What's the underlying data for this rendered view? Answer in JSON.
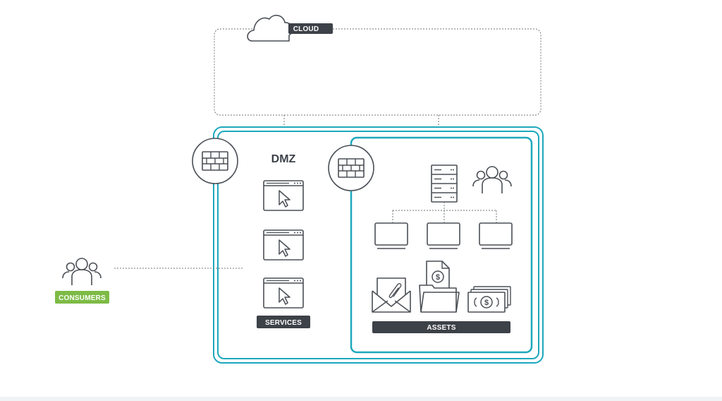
{
  "colors": {
    "teal": "#1da8bd",
    "dark": "#3d4148",
    "green": "#7dbb46",
    "gray_line": "#6f747a"
  },
  "labels": {
    "cloud": "CLOUD",
    "dmz": "DMZ",
    "services": "SERVICES",
    "assets": "ASSETS",
    "consumers": "CONSUMERS"
  },
  "icons": [
    "cloud-icon",
    "firewall-icon",
    "browser-cursor-icon",
    "server-rack-icon",
    "user-group-icon",
    "monitor-icon",
    "mail-attachment-icon",
    "folder-money-document-icon",
    "cash-bills-icon"
  ]
}
